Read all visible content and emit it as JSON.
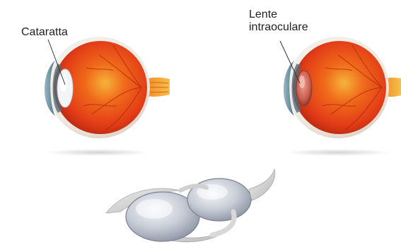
{
  "labels": {
    "cataract": "Cataratta",
    "iol_line1": "Lente",
    "iol_line2": "intraoculare"
  },
  "colors": {
    "eye_red": "#e33d17",
    "eye_orange": "#f06a1a",
    "eye_yellow": "#f5b33a",
    "cornea_blue": "#7aa3b5",
    "cataract_lens": "#f2f5f6",
    "iol_lens": "#c95f4f",
    "shadow": "#d7d7d7",
    "leader_line": "#333333"
  },
  "icons": {
    "left_eye": "eye-with-cataract-icon",
    "right_eye": "eye-with-intraocular-lens-icon",
    "iol_devices": "intraocular-lens-implants-icon"
  }
}
